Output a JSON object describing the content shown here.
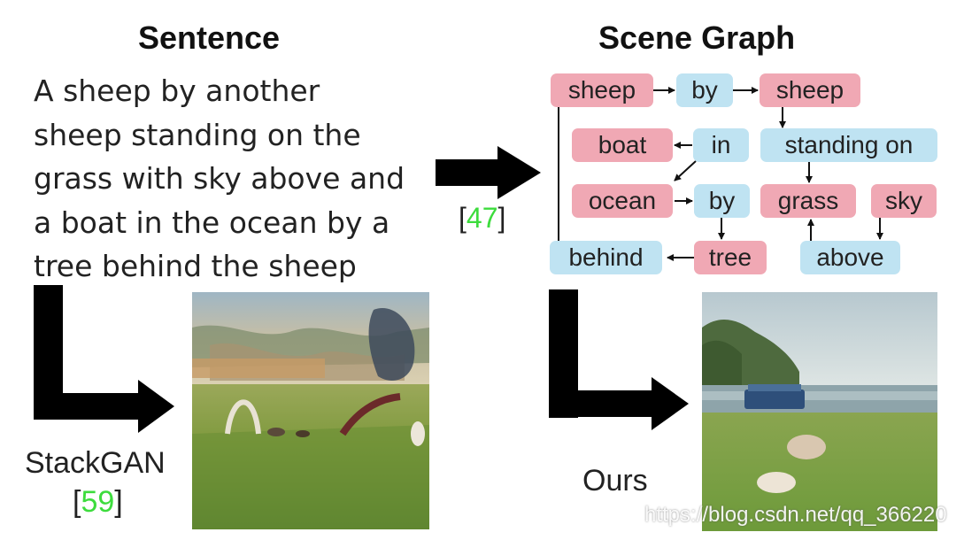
{
  "headings": {
    "sentence": "Sentence",
    "scene_graph": "Scene Graph"
  },
  "sentence_lines": [
    "A sheep by another",
    "sheep standing on the",
    "grass with sky above and",
    "a boat in the ocean by a",
    "tree behind the sheep"
  ],
  "scene_graph": {
    "object_nodes": [
      "sheep",
      "sheep",
      "boat",
      "ocean",
      "grass",
      "sky",
      "tree"
    ],
    "relation_nodes": [
      "by",
      "in",
      "standing on",
      "by",
      "behind",
      "above"
    ],
    "edges": [
      [
        "sheep",
        "by"
      ],
      [
        "by",
        "sheep"
      ],
      [
        "sheep",
        "standing on"
      ],
      [
        "standing on",
        "grass"
      ],
      [
        "in",
        "boat"
      ],
      [
        "in",
        "ocean"
      ],
      [
        "ocean",
        "by"
      ],
      [
        "by",
        "tree"
      ],
      [
        "tree",
        "behind"
      ],
      [
        "behind",
        "sheep"
      ],
      [
        "sky",
        "above"
      ],
      [
        "above",
        "grass"
      ]
    ]
  },
  "citations": {
    "scene_graph_ref": "47",
    "stackgan_ref": "59"
  },
  "labels": {
    "stackgan": "StackGAN",
    "ours": "Ours"
  },
  "watermark": "https://blog.csdn.net/qq_366220",
  "colors": {
    "object_node": "#f0a8b4",
    "relation_node": "#bfe3f2",
    "citation_number": "#3ddc3d"
  }
}
